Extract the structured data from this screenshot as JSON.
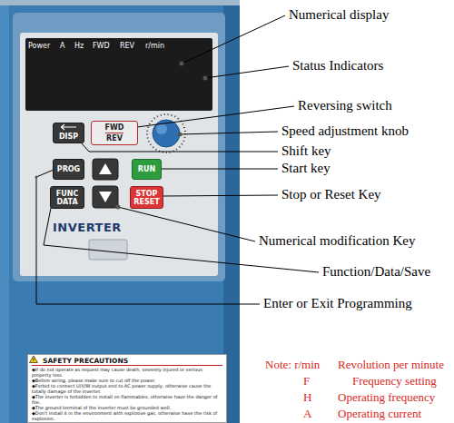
{
  "diagram": {
    "nodes": [
      {
        "text": [
          "DISP"
        ]
      },
      {
        "text": [
          "FWD",
          "REV"
        ]
      },
      {
        "text": [
          "PROG"
        ]
      },
      {
        "text": [
          "RUN"
        ]
      },
      {
        "text": [
          "FUNC",
          "DATA"
        ]
      },
      {
        "text": [
          "STOP",
          "RESET"
        ]
      },
      {
        "text": [
          "SAFETY PRECAUTIONS",
          "◆If do not operate as request may cause death, severely injured or serious property loss.",
          "◆Before wiring, please make sure to cut off the power.",
          "◆Forbid to connect U/V/W output end to AC power supply, otherwise cause the totally damage of the inverter.",
          "◆The inverter is forbidden to install on flammables, otherwise have the danger of fire.",
          "◆The ground terminal of the inverter must be grounded well.",
          "◆Don't install it in the environment with explosive gas, otherwise have the risk of explosion."
        ]
      }
    ],
    "labels": [
      "Numerical display",
      "Status Indicators",
      "Reversing switch",
      "Speed adjustment knob",
      "Shift key",
      "Start key",
      "Stop or Reset Key",
      "Numerical modification Key",
      "Function/Data/Save",
      "Enter or Exit Programming",
      "Power",
      "A",
      "Hz",
      "FWD",
      "REV",
      "r/min",
      "INVERTER",
      "Note: r/min",
      "Revolution per minute",
      "F",
      "Frequency setting",
      "H",
      "Operating frequency",
      "A",
      "Operating current"
    ]
  }
}
